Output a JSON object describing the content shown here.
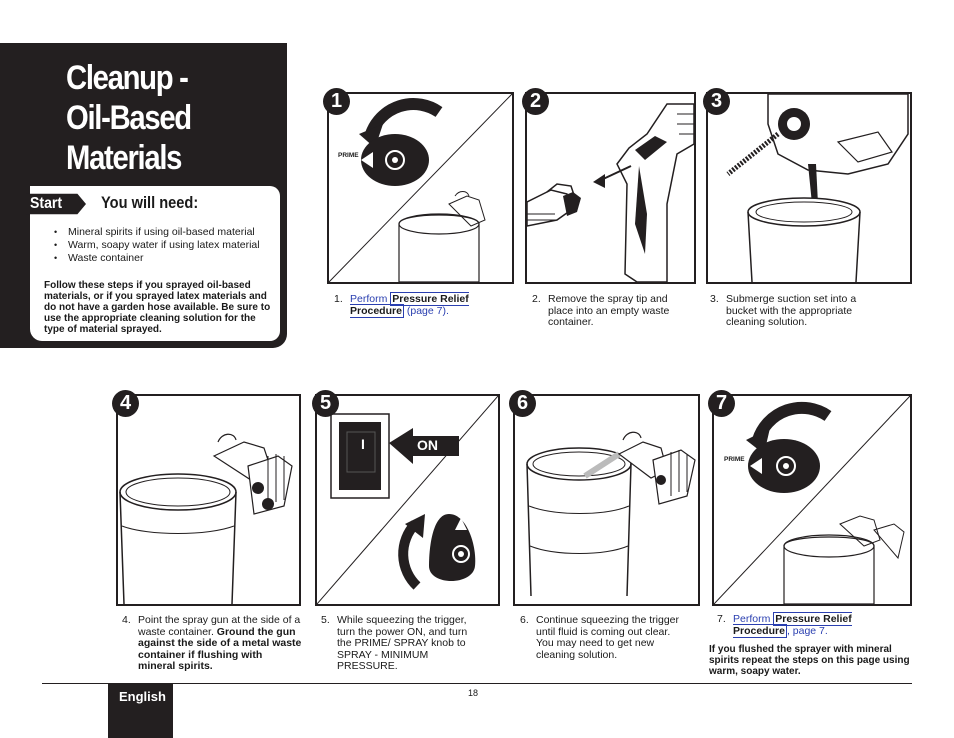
{
  "header": {
    "title_lines": [
      "Cleanup -",
      "Oil-Based",
      "Materials"
    ]
  },
  "needs": {
    "start_label": "Start",
    "heading": "You will need:",
    "items": [
      "Mineral spirits if using oil-based material",
      "Warm, soapy water if using latex material",
      "Waste container"
    ],
    "note": "Follow these steps if you sprayed oil-based materials, or if you sprayed latex materials and do not have a garden hose available. Be sure to use the appropriate cleaning solution for the type of material sprayed."
  },
  "steps": [
    {
      "n": "1",
      "num_label": "1.",
      "pre": "Perform ",
      "link": "Pressure Relief Procedure",
      "post": " (page 7).",
      "knob_label": "PRIME"
    },
    {
      "n": "2",
      "num_label": "2.",
      "text": "Remove the spray tip and place into an empty waste container."
    },
    {
      "n": "3",
      "num_label": "3.",
      "text": "Submerge suction set into a bucket with the appropriate cleaning solution."
    },
    {
      "n": "4",
      "num_label": "4.",
      "text": "Point the spray gun at the side of a waste container. ",
      "bold": "Ground the gun against the side of a metal waste container if flushing with mineral spirits."
    },
    {
      "n": "5",
      "num_label": "5.",
      "text": "While squeezing the trigger, turn the power ON, and turn the PRIME/ SPRAY knob to SPRAY - MINIMUM PRESSURE.",
      "switch_mark": "I",
      "on_label": "ON"
    },
    {
      "n": "6",
      "num_label": "6.",
      "text": "Continue squeezing the trigger until fluid is coming out clear. You may need to get new cleaning solution."
    },
    {
      "n": "7",
      "num_label": "7.",
      "pre": "Perform ",
      "link": "Pressure Relief Procedure",
      "post": ", page 7.",
      "knob_label": "PRIME"
    }
  ],
  "step7_note": "If you flushed the sprayer with mineral spirits repeat the steps on this page using warm, soapy water.",
  "footer": {
    "language": "English",
    "page_number": "18"
  }
}
